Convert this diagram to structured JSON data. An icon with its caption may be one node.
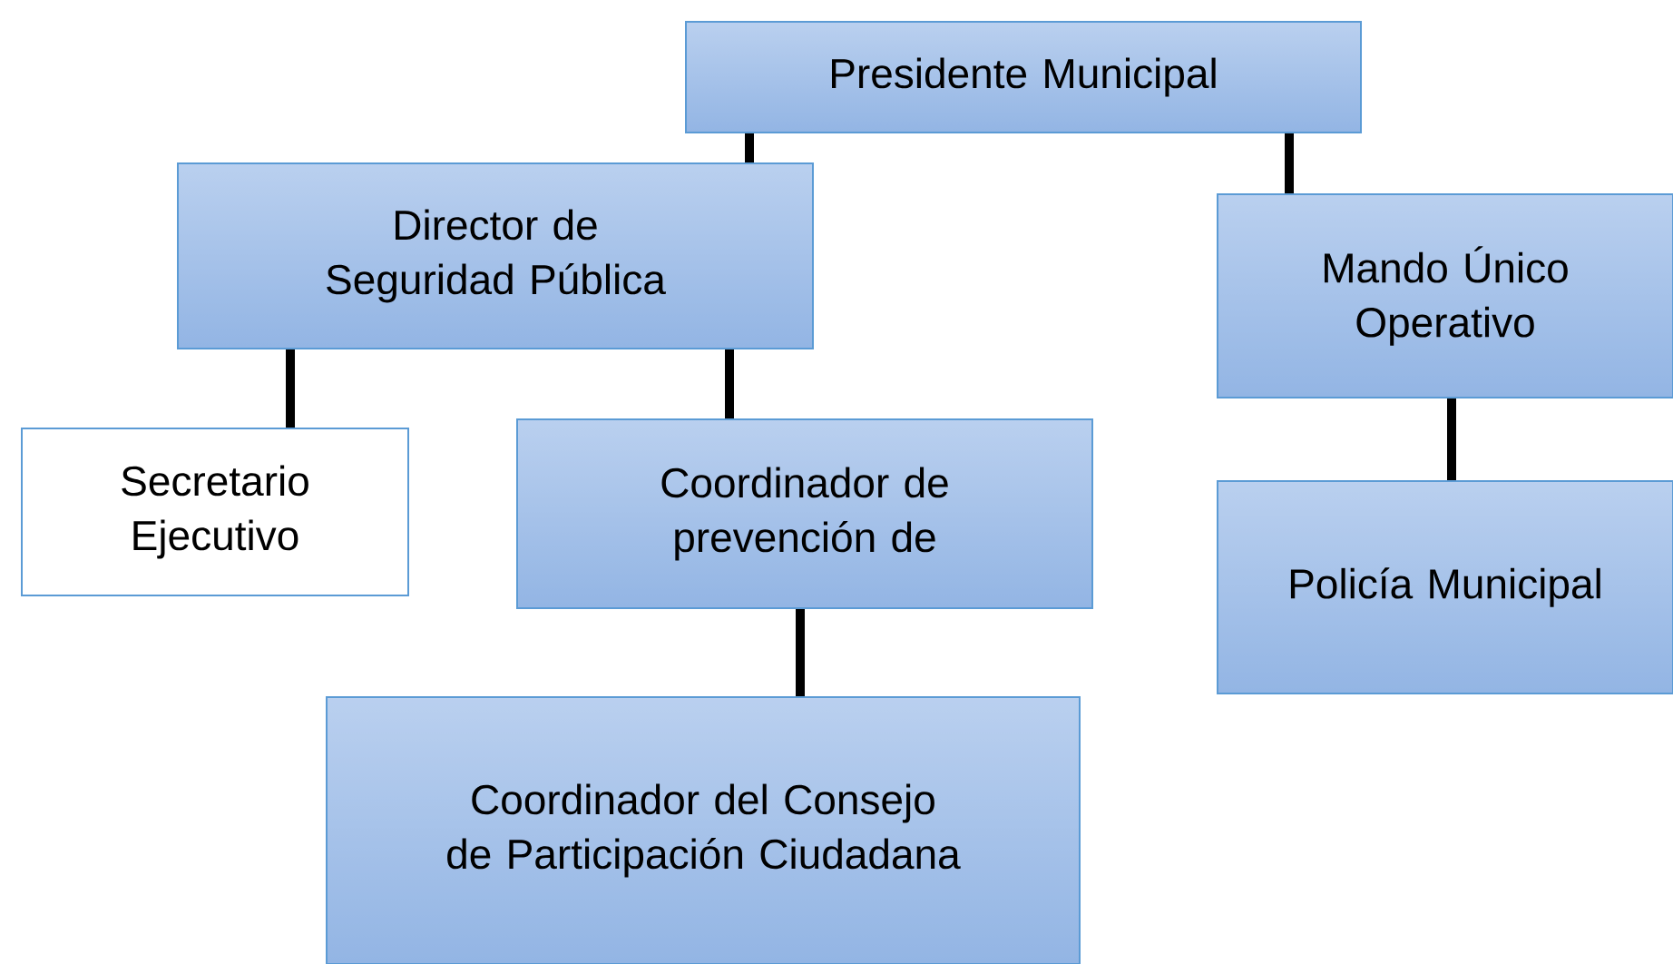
{
  "diagram": {
    "nodes": [
      {
        "text": [
          "Presidente Municipal"
        ]
      },
      {
        "text": [
          "Director de Seguridad Pública"
        ]
      },
      {
        "text": [
          "Mando Único Operativo"
        ]
      },
      {
        "text": [
          "Secretario Ejecutivo"
        ]
      },
      {
        "text": [
          "Coordinador de prevención de"
        ]
      },
      {
        "text": [
          "Policía Municipal"
        ]
      },
      {
        "text": [
          "Coordinador del Consejo de Participación Ciudadana"
        ]
      }
    ],
    "edges": [
      {
        "from": 0,
        "to": 1,
        "arrow": "none"
      },
      {
        "from": 0,
        "to": 2,
        "arrow": "none"
      },
      {
        "from": 1,
        "to": 3,
        "arrow": "none"
      },
      {
        "from": 1,
        "to": 4,
        "arrow": "none"
      },
      {
        "from": 2,
        "to": 5,
        "arrow": "none"
      },
      {
        "from": 4,
        "to": 6,
        "arrow": "none"
      }
    ]
  }
}
